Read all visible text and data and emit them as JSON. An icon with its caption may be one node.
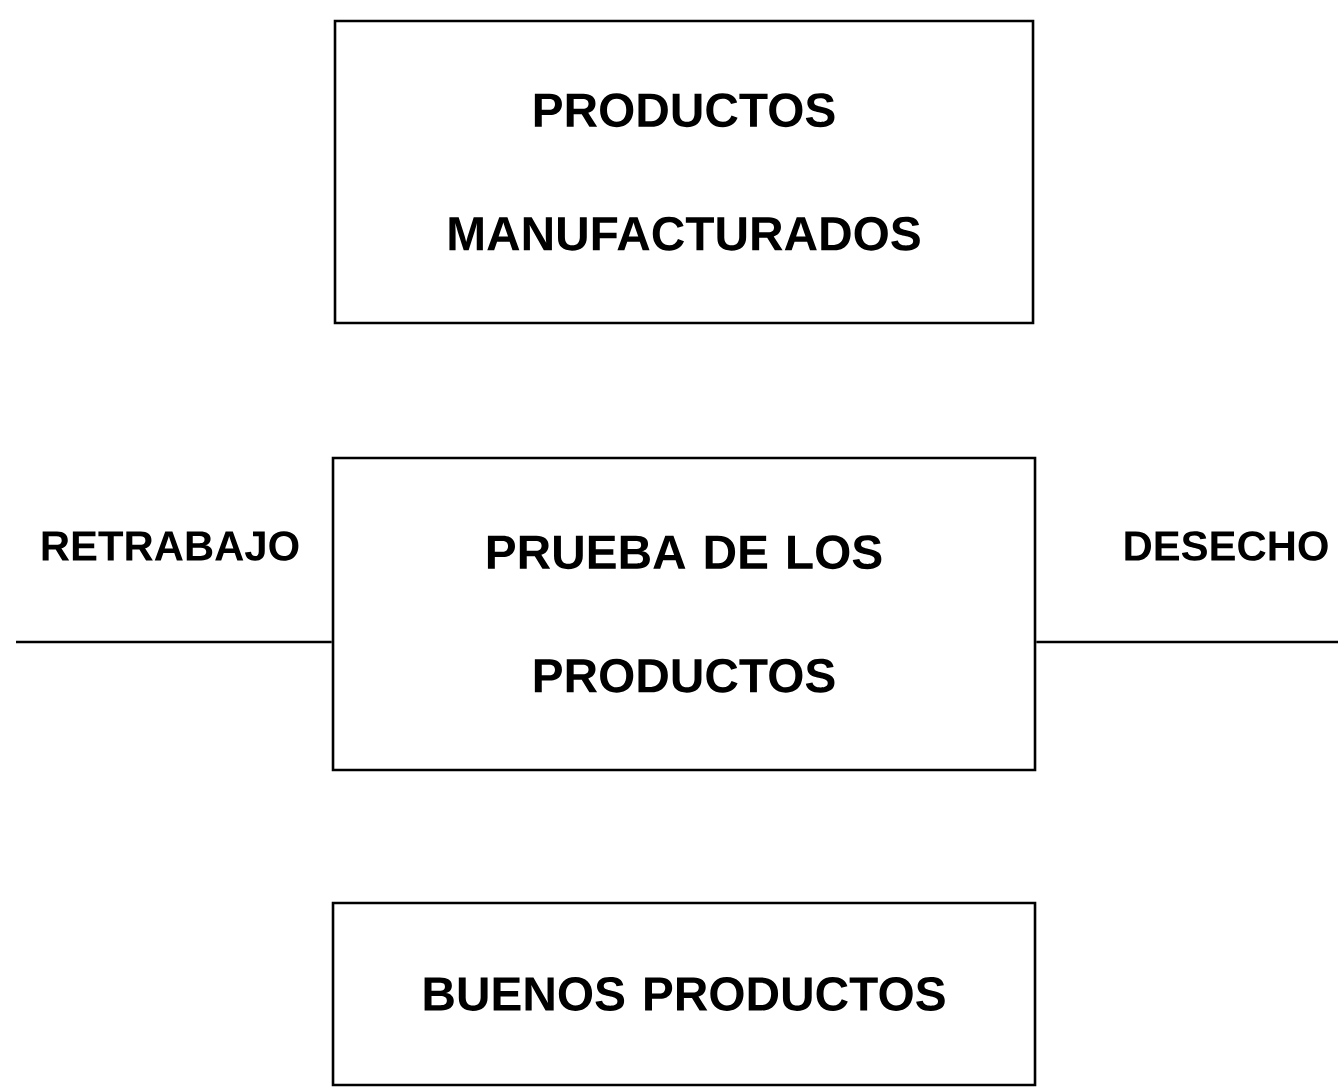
{
  "diagram": {
    "nodes": [
      {
        "text": [
          "PRODUCTOS MANUFACTURADOS"
        ]
      },
      {
        "text": [
          "PRUEBA DE LOS PRODUCTOS"
        ]
      },
      {
        "text": [
          "BUENOS PRODUCTOS"
        ]
      }
    ],
    "edges": [
      {
        "from": 1,
        "to": null,
        "arrow": "none",
        "label": "RETRABAJO"
      },
      {
        "from": 1,
        "to": null,
        "arrow": "none",
        "label": "DESECHO"
      }
    ]
  }
}
